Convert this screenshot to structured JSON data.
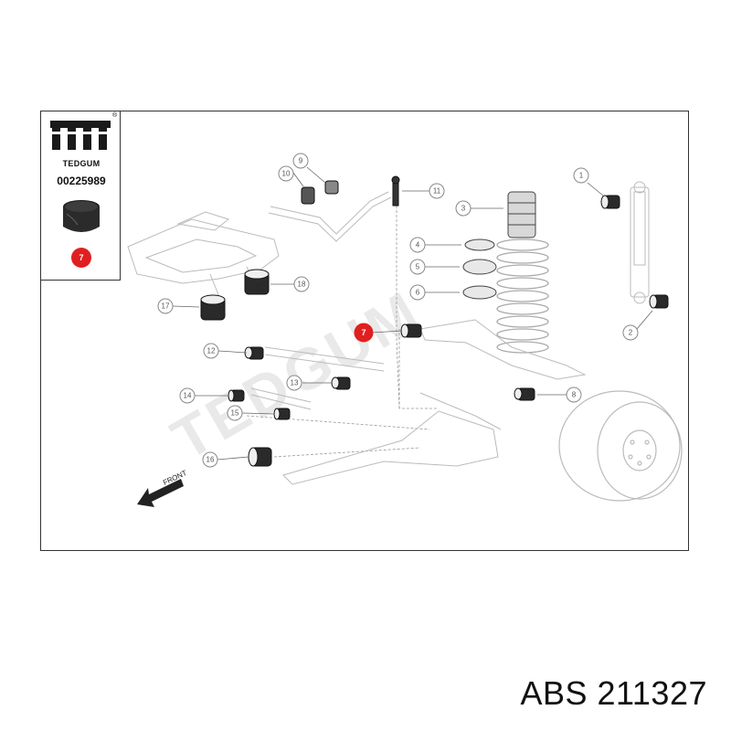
{
  "brand": {
    "logo_text": "TEDGUM",
    "reg_mark": "®",
    "part_number": "00225989",
    "highlight_label": "7",
    "accent_color": "#e02020"
  },
  "watermark": "TEDGUM",
  "front_label": "FRONT",
  "caption": "ABS 211327",
  "callouts": [
    {
      "label": "1"
    },
    {
      "label": "2"
    },
    {
      "label": "3"
    },
    {
      "label": "4"
    },
    {
      "label": "5"
    },
    {
      "label": "6"
    },
    {
      "label": "7"
    },
    {
      "label": "8"
    },
    {
      "label": "9"
    },
    {
      "label": "10"
    },
    {
      "label": "11"
    },
    {
      "label": "12"
    },
    {
      "label": "13"
    },
    {
      "label": "14"
    },
    {
      "label": "15"
    },
    {
      "label": "16"
    },
    {
      "label": "17"
    },
    {
      "label": "18"
    }
  ]
}
